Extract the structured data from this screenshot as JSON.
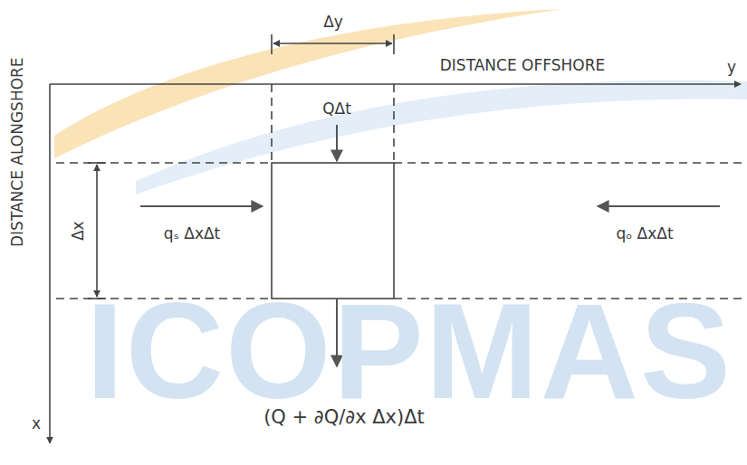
{
  "diagram": {
    "labels": [
      "Δy",
      "DISTANCE OFFSHORE",
      "y",
      "DISTANCE ALONGSHORE",
      "QΔt",
      "Δx",
      "qₛ ΔxΔt",
      "qₒ ΔxΔt",
      "x",
      "(Q + ∂Q/∂x Δx)Δt",
      "ICOPMAS"
    ]
  }
}
